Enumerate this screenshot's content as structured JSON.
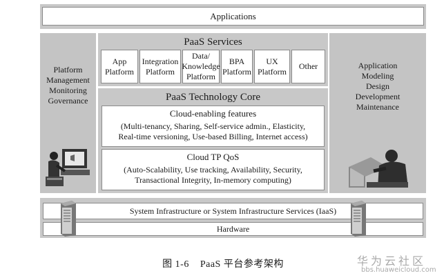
{
  "applications": "Applications",
  "left_panel": "Platform\nManagement\nMonitoring\nGovernance",
  "right_panel": "Application\nModeling\nDesign\nDevelopment\nMaintenance",
  "paas_services": {
    "title": "PaaS Services",
    "items": [
      "App\nPlatform",
      "Integration\nPlatform",
      "Data/\nKnowledge\nPlatform",
      "BPA\nPlatform",
      "UX\nPlatform",
      "Other"
    ]
  },
  "tech_core": {
    "title": "PaaS Technology Core",
    "cloud_enabling": {
      "title": "Cloud-enabling features",
      "text": "(Multi-tenancy, Sharing, Self-service admin., Elasticity,\nReal-time versioning, Use-based Billing, Internet access)"
    },
    "qos": {
      "title": "Cloud TP QoS",
      "text": "(Auto-Scalability, Use tracking, Availability, Security,\nTransactional Integrity, In-memory computing)"
    }
  },
  "infrastructure": "System Infrastructure or System Infrastructure Services (IaaS)",
  "hardware": "Hardware",
  "caption": "图 1-6    PaaS 平台参考架构",
  "watermark": {
    "title": "华为云社区",
    "url": "bbs.huaweicloud.com"
  }
}
